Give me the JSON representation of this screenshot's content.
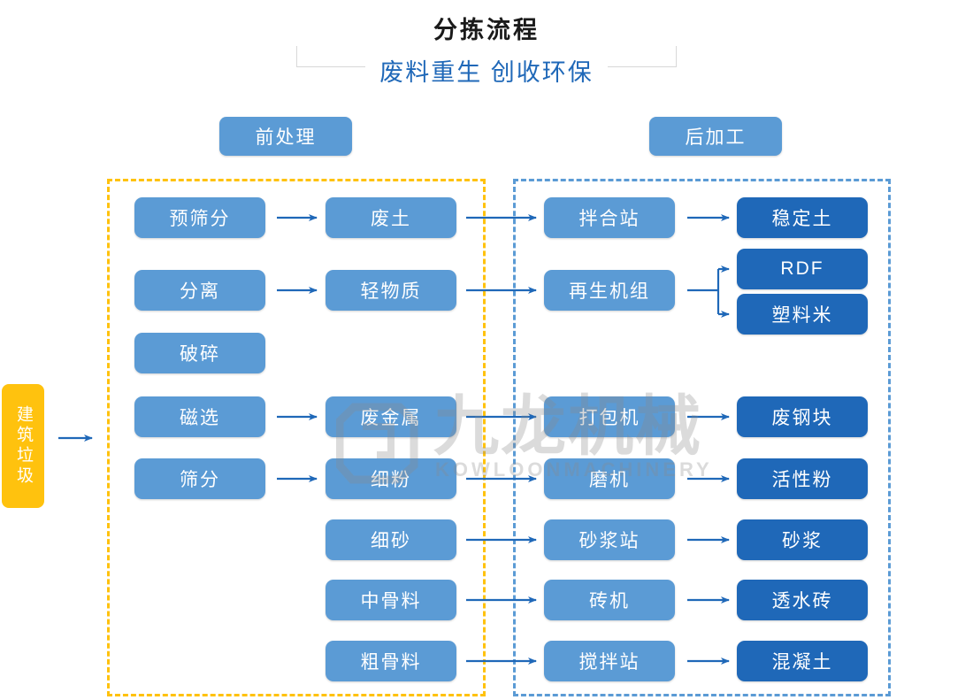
{
  "header": {
    "title": "分拣流程",
    "subtitle": "废料重生 创收环保"
  },
  "stages": {
    "pre_label": "前处理",
    "post_label": "后加工"
  },
  "input": {
    "label": "建筑垃圾",
    "color": "#FFC20E"
  },
  "colors": {
    "light_blue": "#5B9BD5",
    "dark_blue": "#1F68B8",
    "yellow": "#FFC20E",
    "arrow": "#1F68B8",
    "title_text": "#1a1a1a",
    "subtitle_text": "#1F68B8"
  },
  "columns": {
    "col1": [
      {
        "label": "预筛分",
        "tone": "light"
      },
      {
        "label": "分离",
        "tone": "light"
      },
      {
        "label": "破碎",
        "tone": "light"
      },
      {
        "label": "磁选",
        "tone": "light"
      },
      {
        "label": "筛分",
        "tone": "light"
      }
    ],
    "col2": [
      {
        "label": "废土",
        "tone": "light"
      },
      {
        "label": "轻物质",
        "tone": "light"
      },
      {
        "label": "废金属",
        "tone": "light"
      },
      {
        "label": "细粉",
        "tone": "light"
      },
      {
        "label": "细砂",
        "tone": "light"
      },
      {
        "label": "中骨料",
        "tone": "light"
      },
      {
        "label": "粗骨料",
        "tone": "light"
      }
    ],
    "col3": [
      {
        "label": "拌合站",
        "tone": "light"
      },
      {
        "label": "再生机组",
        "tone": "light"
      },
      {
        "label": "打包机",
        "tone": "light"
      },
      {
        "label": "磨机",
        "tone": "light"
      },
      {
        "label": "砂浆站",
        "tone": "light"
      },
      {
        "label": "砖机",
        "tone": "light"
      },
      {
        "label": "搅拌站",
        "tone": "light"
      }
    ],
    "col4": [
      {
        "label": "稳定土",
        "tone": "dark"
      },
      {
        "label": "RDF",
        "tone": "dark"
      },
      {
        "label": "塑料米",
        "tone": "dark"
      },
      {
        "label": "废钢块",
        "tone": "dark"
      },
      {
        "label": "活性粉",
        "tone": "dark"
      },
      {
        "label": "砂浆",
        "tone": "dark"
      },
      {
        "label": "透水砖",
        "tone": "dark"
      },
      {
        "label": "混凝土",
        "tone": "dark"
      }
    ]
  },
  "watermark": {
    "text": "九龙机械",
    "subtext": "KOWLOONMACHINERY"
  }
}
